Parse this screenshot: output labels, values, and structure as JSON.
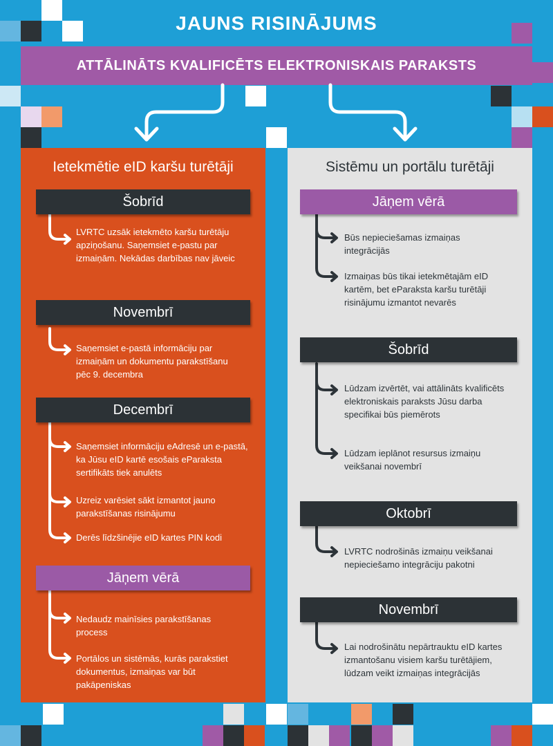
{
  "colors": {
    "background": "#1e9fd6",
    "banner": "#a05aa6",
    "left_panel": "#d9501e",
    "right_panel": "#e3e3e3",
    "header_dark": "#2c3236",
    "header_purple": "#9b5aa6"
  },
  "title": "JAUNS RISINĀJUMS",
  "subtitle": "ATTĀLINĀTS KVALIFICĒTS ELEKTRONISKAIS PARAKSTS",
  "left": {
    "title": "Ietekmētie eID karšu turētāji",
    "sections": [
      {
        "header": "Šobrīd",
        "items": [
          "LVRTC uzsāk ietekmēto karšu turētāju apziņošanu. Saņemsiet e-pastu par izmaiņām. Nekādas darbības nav jāveic"
        ]
      },
      {
        "header": "Novembrī",
        "items": [
          "Saņemsiet e-pastā  informāciju par izmaiņām un dokumentu parakstīšanu pēc 9. decembra"
        ]
      },
      {
        "header": "Decembrī",
        "items": [
          "Saņemsiet informāciju eAdresē un e-pastā, ka Jūsu eID kartē esošais eParaksta sertifikāts tiek anulēts",
          "Uzreiz varēsiet sākt izmantot jauno parakstīšanas risinājumu",
          "Derēs līdzšinējie eID kartes PIN kodi"
        ]
      },
      {
        "header": "Jāņem vērā",
        "items": [
          "Nedaudz mainīsies parakstīšanas process",
          "Portālos un sistēmās, kurās parakstiet dokumentus, izmaiņas var būt pakāpeniskas"
        ]
      }
    ]
  },
  "right": {
    "title": "Sistēmu un portālu turētāji",
    "sections": [
      {
        "header": "Jāņem vērā",
        "items": [
          "Būs nepieciešamas izmaiņas integrācijās",
          "Izmaiņas būs tikai ietekmētajām eID kartēm, bet eParaksta karšu turētāji risinājumu izmantot nevarēs"
        ]
      },
      {
        "header": "Šobrīd",
        "items": [
          "Lūdzam izvērtēt, vai attālināts kvalificēts elektroniskais paraksts Jūsu darba specifikai būs piemērots",
          "Lūdzam ieplānot resursus izmaiņu veikšanai novembrī"
        ]
      },
      {
        "header": "Oktobrī",
        "items": [
          "LVRTC nodrošinās izmaiņu veikšanai nepieciešamo integrāciju pakotni"
        ]
      },
      {
        "header": "Novembrī",
        "items": [
          "Lai nodrošinātu nepārtrauktu eID kartes izmantošanu visiem karšu turētājiem, lūdzam veikt izmaiņas integrācijās"
        ]
      }
    ]
  }
}
